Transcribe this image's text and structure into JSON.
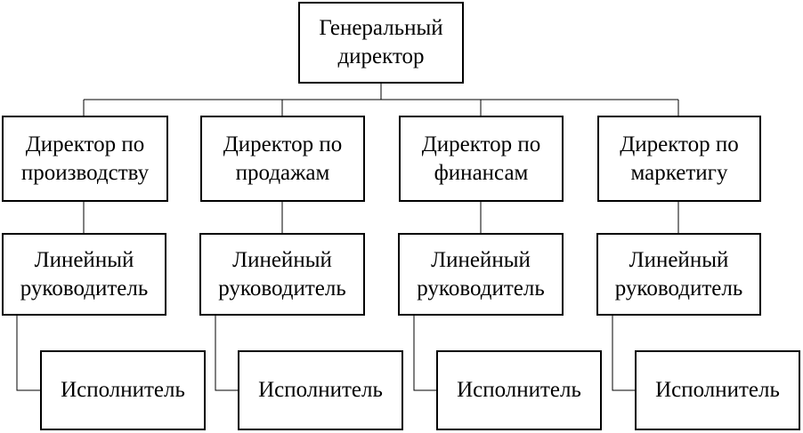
{
  "org_chart": {
    "top": {
      "label": "Генеральный\nдиректор"
    },
    "directors": [
      {
        "label": "Директор по\nпроизводству"
      },
      {
        "label": "Директор по\nпродажам"
      },
      {
        "label": "Директор по\nфинансам"
      },
      {
        "label": "Директор по\nмаркетигу"
      }
    ],
    "line_managers": [
      {
        "label": "Линейный\nруководитель"
      },
      {
        "label": "Линейный\nруководитель"
      },
      {
        "label": "Линейный\nруководитель"
      },
      {
        "label": "Линейный\nруководитель"
      }
    ],
    "executors": [
      {
        "label": "Исполнитель"
      },
      {
        "label": "Исполнитель"
      },
      {
        "label": "Исполнитель"
      },
      {
        "label": "Исполнитель"
      }
    ]
  }
}
